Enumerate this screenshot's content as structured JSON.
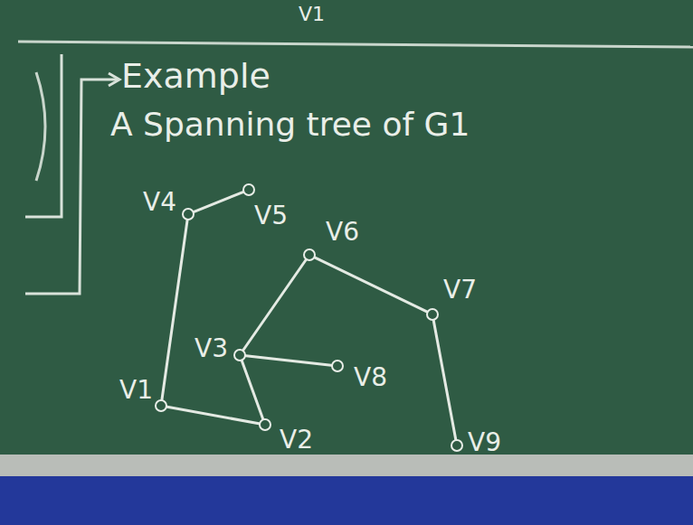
{
  "diagram": {
    "title": "Example",
    "caption": "A Spanning tree of G1",
    "nodes": [
      {
        "text": [
          "V4"
        ]
      },
      {
        "text": [
          "V5"
        ]
      },
      {
        "text": [
          "V6"
        ]
      },
      {
        "text": [
          "V7"
        ]
      },
      {
        "text": [
          "V3"
        ]
      },
      {
        "text": [
          "V8"
        ]
      },
      {
        "text": [
          "V1"
        ]
      },
      {
        "text": [
          "V2"
        ]
      },
      {
        "text": [
          "V9"
        ]
      }
    ],
    "edges": [
      {
        "from": 0,
        "to": 1,
        "arrow": "none"
      },
      {
        "from": 0,
        "to": 6,
        "arrow": "none"
      },
      {
        "from": 6,
        "to": 7,
        "arrow": "none"
      },
      {
        "from": 7,
        "to": 4,
        "arrow": "none"
      },
      {
        "from": 4,
        "to": 5,
        "arrow": "none"
      },
      {
        "from": 4,
        "to": 2,
        "arrow": "none"
      },
      {
        "from": 2,
        "to": 3,
        "arrow": "none"
      },
      {
        "from": 3,
        "to": 8,
        "arrow": "none"
      }
    ],
    "labels": [
      "V1"
    ]
  }
}
